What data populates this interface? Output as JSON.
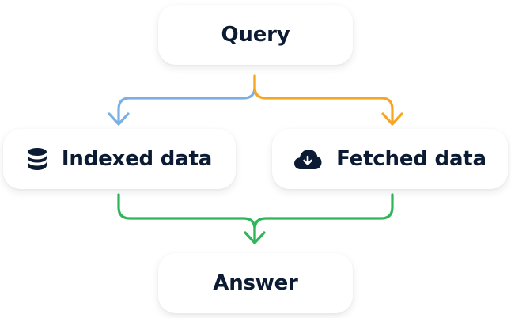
{
  "diagram": {
    "nodes": {
      "query": {
        "label": "Query"
      },
      "indexed": {
        "label": "Indexed data",
        "icon": "database-icon"
      },
      "fetched": {
        "label": "Fetched data",
        "icon": "cloud-download-icon"
      },
      "answer": {
        "label": "Answer"
      }
    },
    "edges": [
      {
        "from": "Query",
        "to": "Indexed data",
        "color": "#7ab0e4"
      },
      {
        "from": "Query",
        "to": "Fetched data",
        "color": "#f5a623"
      },
      {
        "from": "Indexed data",
        "to": "Answer",
        "color": "#2fb55a"
      },
      {
        "from": "Fetched data",
        "to": "Answer",
        "color": "#2fb55a"
      }
    ],
    "colors": {
      "text": "#0b1b33",
      "card": "#ffffff",
      "blue": "#7ab0e4",
      "orange": "#f5a623",
      "green": "#2fb55a"
    }
  }
}
